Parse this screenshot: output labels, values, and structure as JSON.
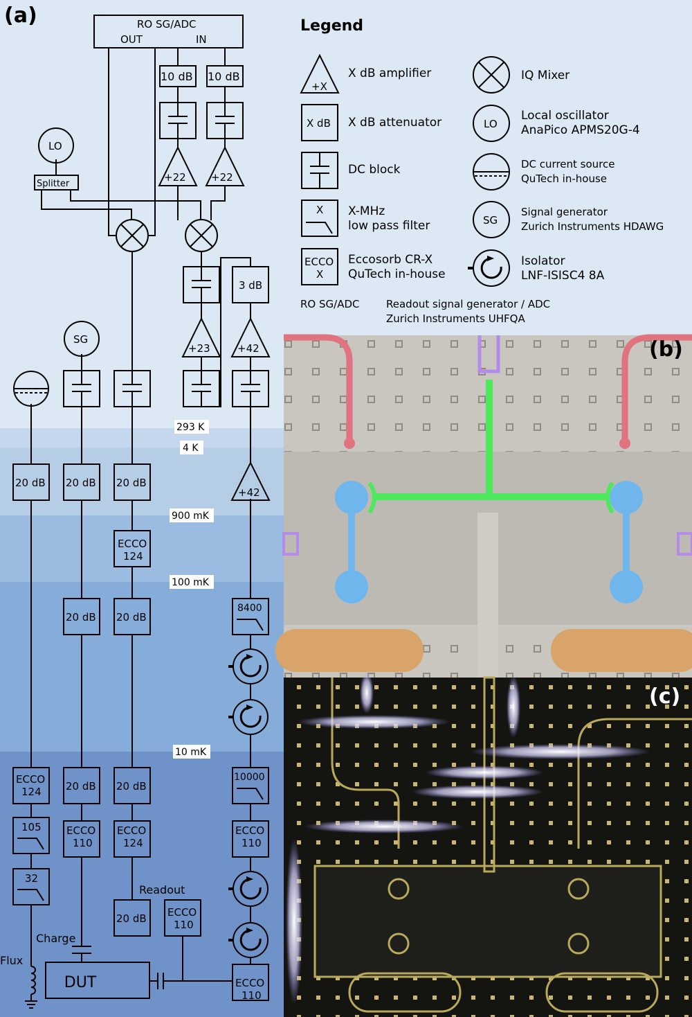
{
  "panel_labels": {
    "a": "(a)",
    "b": "(b)",
    "c": "(c)"
  },
  "instruments": {
    "ro_sg_adc": "RO SG/ADC",
    "ro_out": "OUT",
    "ro_in": "IN",
    "lo": "LO",
    "splitter": "Splitter",
    "sg": "SG",
    "dut": "DUT"
  },
  "components": {
    "att_10db_a": "10 dB",
    "att_10db_b": "10 dB",
    "amp_22_a": "+22",
    "amp_22_b": "+22",
    "att_3db": "3 dB",
    "amp_23": "+23",
    "amp_42_rt": "+42",
    "amp_42_4k": "+42",
    "att_20db": "20 dB",
    "ecco_124": "ECCO",
    "ecco_124_val": "124",
    "ecco_110_val": "110",
    "lpf_8400": "8400",
    "lpf_10000": "10000",
    "lpf_105": "105",
    "lpf_32": "32"
  },
  "lines": {
    "readout": "Readout",
    "charge": "Charge",
    "flux": "Flux"
  },
  "temperatures": [
    "293 K",
    "4 K",
    "900 mK",
    "100 mK",
    "10 mK"
  ],
  "legend": {
    "title": "Legend",
    "items": [
      {
        "symbol": "+X",
        "label": "X dB amplifier"
      },
      {
        "symbol": "X dB",
        "label": "X dB attenuator"
      },
      {
        "symbol": "",
        "label": "DC block"
      },
      {
        "symbol": "X",
        "label": "X-MHz",
        "label2": "low pass filter"
      },
      {
        "symbol": "ECCO",
        "symbol2": "X",
        "label": "Eccosorb CR-X",
        "label2": "QuTech in-house"
      },
      {
        "symbol": "",
        "label": "IQ Mixer"
      },
      {
        "symbol": "LO",
        "label": "Local oscillator",
        "label2": "AnaPico APMS20G-4"
      },
      {
        "symbol": "",
        "label": "DC current source",
        "label2": "QuTech in-house"
      },
      {
        "symbol": "SG",
        "label": "Signal generator",
        "label2": "Zurich Instruments HDAWG"
      },
      {
        "symbol": "",
        "label": "Isolator",
        "label2": "LNF-ISISC4 8A"
      }
    ],
    "ro_abbrev": "RO SG/ADC",
    "ro_desc": "Readout signal generator / ADC",
    "ro_desc2": "Zurich Instruments UHFQA"
  },
  "colors": {
    "stage_293k": "#dce8f4",
    "stage_4k": "#b6cde6",
    "stage_900mk": "#9bbbe0",
    "stage_100mk": "#86acda",
    "stage_10mk": "#6f93c8",
    "line": "#000000"
  }
}
